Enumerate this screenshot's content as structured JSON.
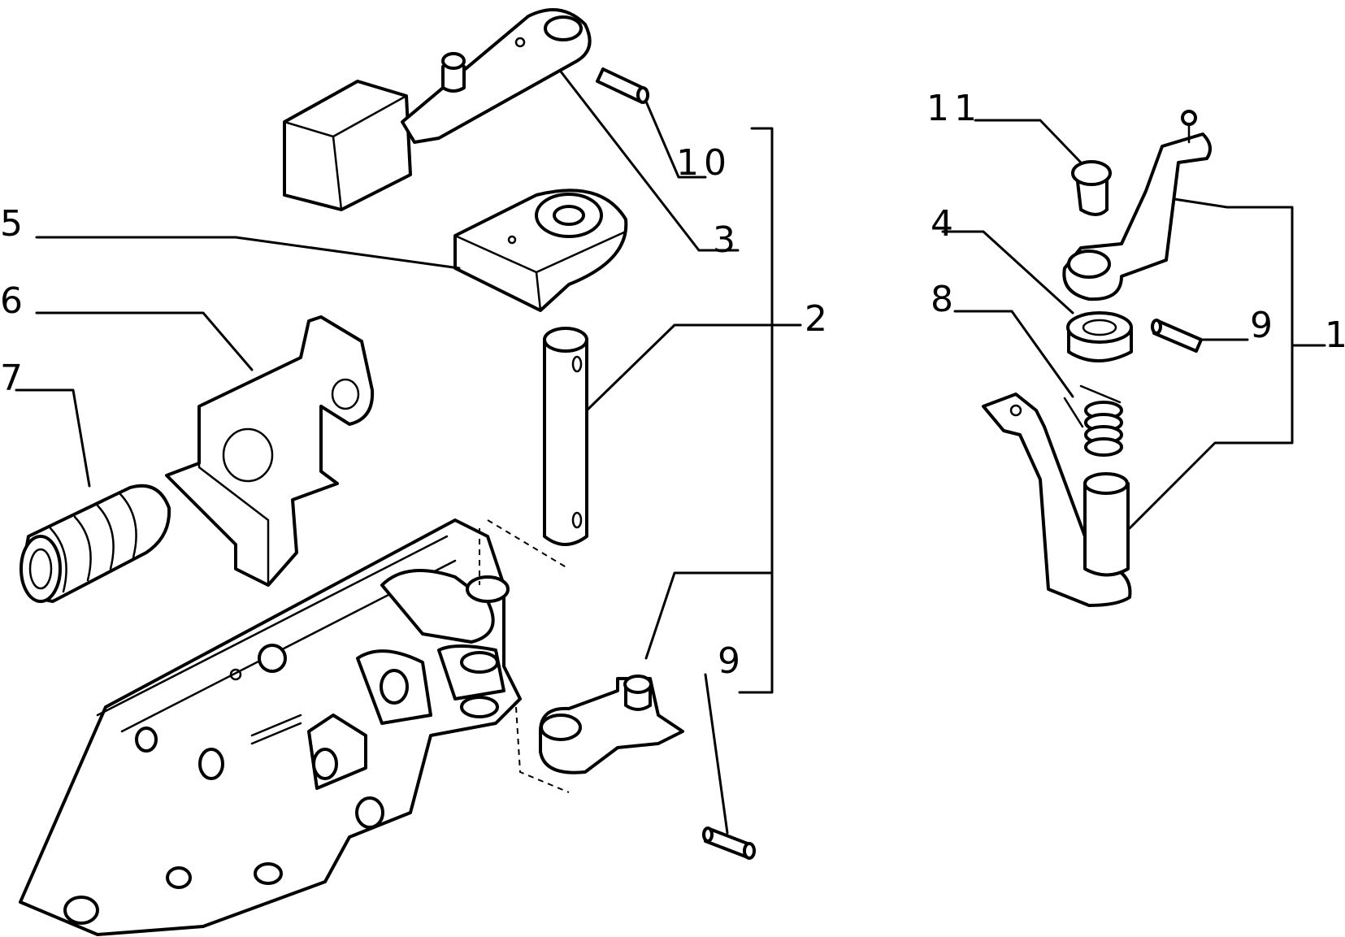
{
  "diagram": {
    "callouts": {
      "c1": "1",
      "c2": "2",
      "c3": "3",
      "c4": "4",
      "c5": "5",
      "c6": "6",
      "c7": "7",
      "c8": "8",
      "c9a": "9",
      "c9b": "9",
      "c10": "10",
      "c11": "11"
    }
  }
}
